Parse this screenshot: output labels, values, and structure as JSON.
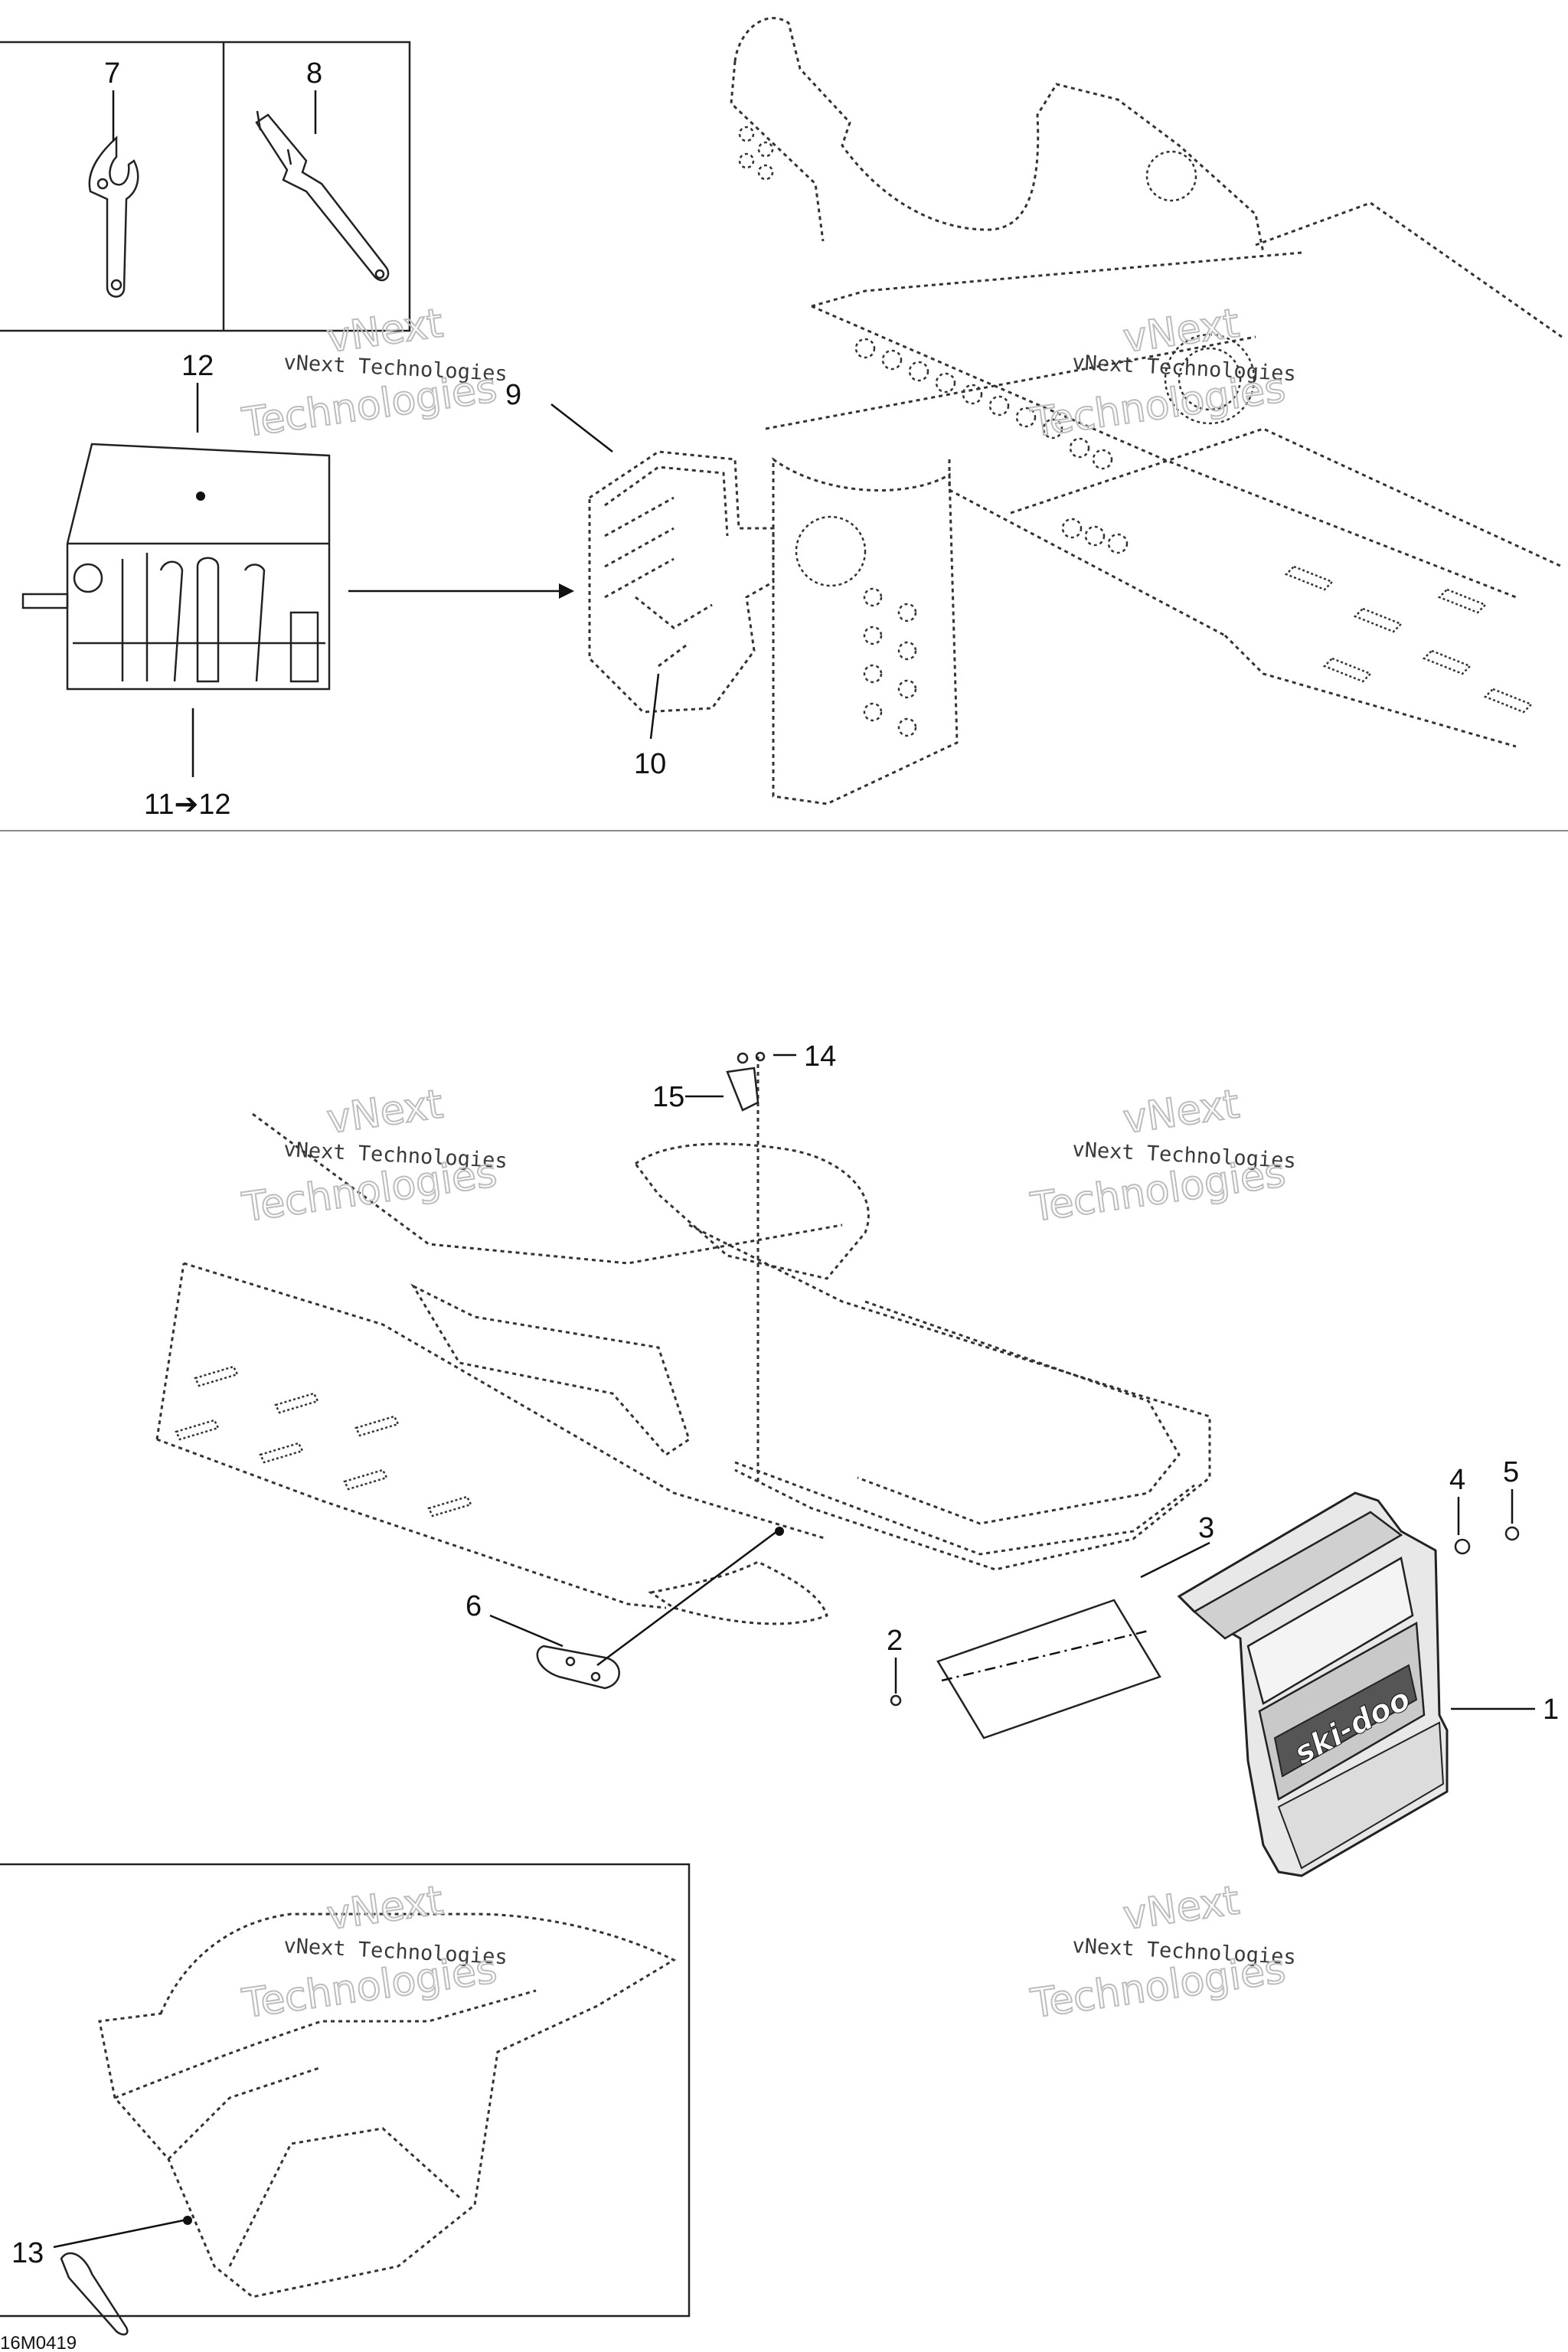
{
  "callouts": {
    "c1": "1",
    "c2": "2",
    "c3": "3",
    "c4": "4",
    "c5": "5",
    "c6": "6",
    "c7": "7",
    "c8": "8",
    "c9": "9",
    "c10": "10",
    "c12": "12",
    "c11_12": "11➔12",
    "c13": "13",
    "c14": "14",
    "c15": "15"
  },
  "watermark": {
    "line1": "vNext Technologies",
    "line2": "Technologies",
    "line3": "vNext"
  },
  "logo_text": "ski-doo",
  "doc_id": "16M0419"
}
